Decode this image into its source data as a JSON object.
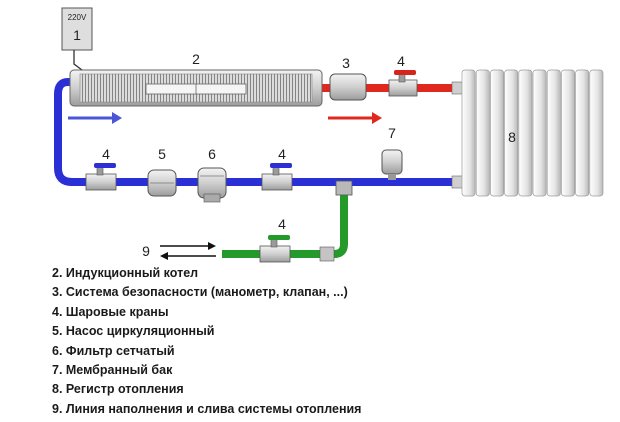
{
  "power_label": "220V",
  "numbers": {
    "n1": "1",
    "n2": "2",
    "n3": "3",
    "n4a": "4",
    "n4b": "4",
    "n4c": "4",
    "n4d": "4",
    "n5": "5",
    "n6": "6",
    "n7": "7",
    "n8": "8",
    "n9": "9"
  },
  "legend": [
    "2. Индукционный котел",
    "3. Система безопасности (манометр, клапан, ...)",
    "4. Шаровые краны",
    "5. Насос циркуляционный",
    "6. Фильтр сетчатый",
    "7. Мембранный бак",
    "8. Регистр отопления",
    "9. Линия наполнения и слива системы отопления"
  ],
  "colors": {
    "supply": "#e0281e",
    "return": "#2b2fd6",
    "fill_line": "#239a2a",
    "flow_arrow_blue": "#4a55d8",
    "flow_arrow_red": "#e0281e"
  },
  "icons": {
    "power-box": "box",
    "boiler": "cylinder",
    "safety-group": "cylinder",
    "ball-valve": "valve",
    "pump": "canister",
    "filter": "canister",
    "expansion-tank": "tank",
    "radiator": "fins"
  }
}
